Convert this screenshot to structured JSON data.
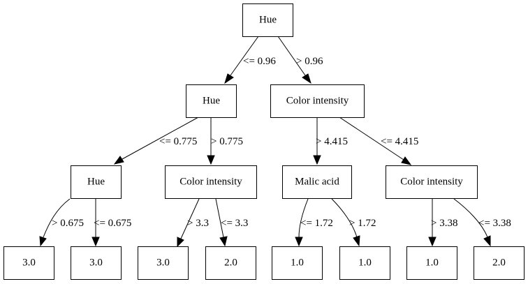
{
  "nodes": {
    "root": "Hue",
    "left": "Hue",
    "right": "Color intensity",
    "left_left": "Hue",
    "left_right": "Color intensity",
    "right_left": "Malic acid",
    "right_right": "Color intensity",
    "leaf1": "3.0",
    "leaf2": "3.0",
    "leaf3": "3.0",
    "leaf4": "2.0",
    "leaf5": "1.0",
    "leaf6": "1.0",
    "leaf7": "1.0",
    "leaf8": "2.0"
  },
  "edges": {
    "root_left": "<= 0.96",
    "root_right": "> 0.96",
    "left_left": "<= 0.775",
    "left_right": "> 0.775",
    "right_left": "> 4.415",
    "right_right": "<= 4.415",
    "ll_leaf1": "> 0.675",
    "ll_leaf2": "<= 0.675",
    "lr_leaf3": "> 3.3",
    "lr_leaf4": "<= 3.3",
    "rl_leaf5": "<= 1.72",
    "rl_leaf6": "> 1.72",
    "rr_leaf7": "> 3.38",
    "rr_leaf8": "<= 3.38"
  }
}
